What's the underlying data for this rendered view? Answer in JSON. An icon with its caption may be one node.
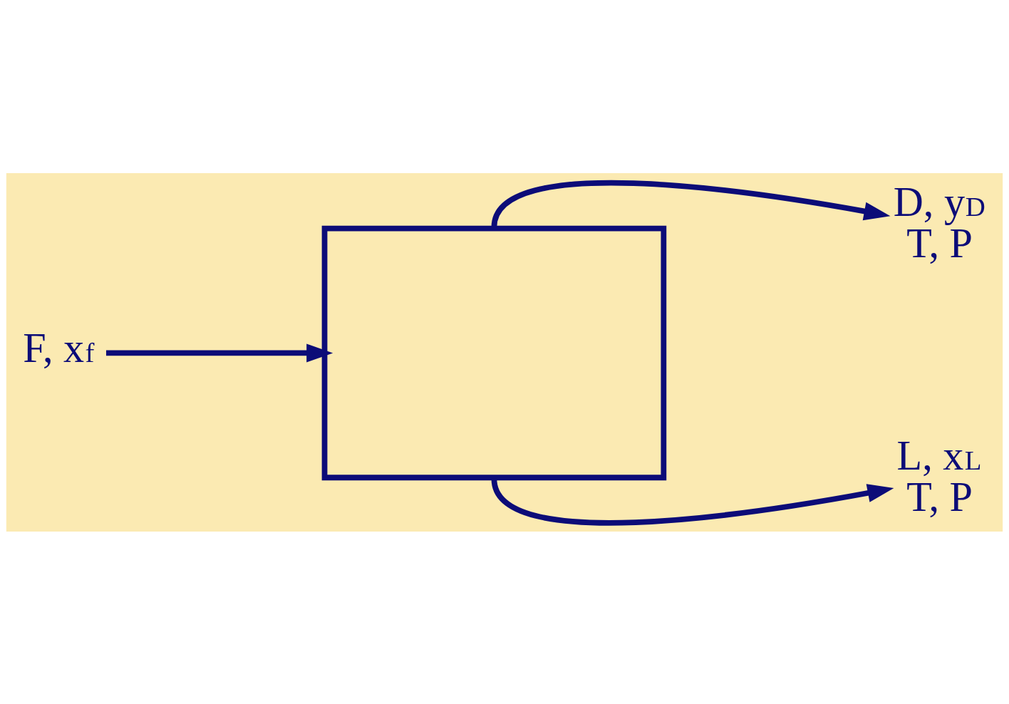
{
  "diagram": {
    "nodes": [
      {
        "text": [
          "F, x$_{f}$"
        ]
      },
      {
        "text": [],
        "shape": "box"
      },
      {
        "text": [
          "D, y$_{D}$",
          "T, P"
        ]
      },
      {
        "text": [
          "L, x$_{L}$",
          "T, P"
        ]
      }
    ],
    "edges": [
      {
        "from": 0,
        "to": 1,
        "arrow": "to"
      },
      {
        "from": 1,
        "to": 2,
        "arrow": "to"
      },
      {
        "from": 1,
        "to": 3,
        "arrow": "to"
      }
    ]
  }
}
